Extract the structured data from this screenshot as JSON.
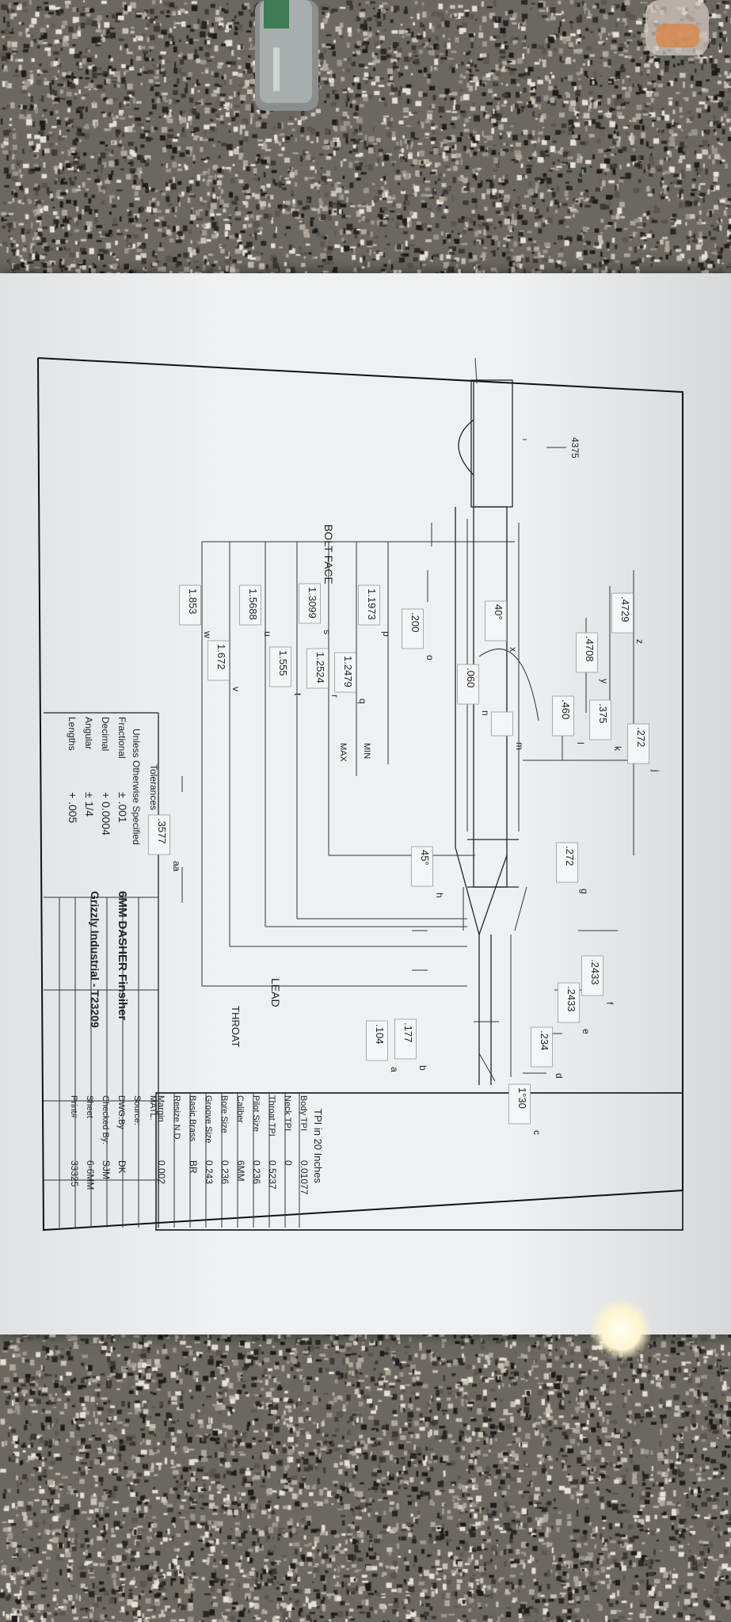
{
  "drawing": {
    "title_block": {
      "title": "6MM DASHER Finsiher",
      "company": "Grizzly Industrial - T23209",
      "fields": [
        {
          "label": "MATL.",
          "value": ""
        },
        {
          "label": "Source:",
          "value": ""
        },
        {
          "label": "DWG.By",
          "value": "DK"
        },
        {
          "label": "Checked By:",
          "value": "SJM"
        },
        {
          "label": "Sheet",
          "value": "6-6MM"
        },
        {
          "label": "Print#",
          "value": "33325"
        }
      ]
    },
    "tolerances": {
      "heading": "Tolerances",
      "subheading": "Unless Otherwise Specified",
      "rows": [
        {
          "label": "Fractional",
          "value": "± .001"
        },
        {
          "label": "Decimal",
          "value": "+ 0.0004"
        },
        {
          "label": "Angular",
          "value": "± 1/4"
        },
        {
          "label": "Lengths",
          "value": "+ .005"
        }
      ]
    },
    "specs": {
      "heading": "TPI in 20 Inches",
      "rows": [
        {
          "label": "Body TPI",
          "value": "0.01077"
        },
        {
          "label": "Neck TPI",
          "value": "0"
        },
        {
          "label": "Throat TPI",
          "value": "0.5237"
        },
        {
          "label": "Pilot Size",
          "value": "0.236"
        },
        {
          "label": "Caliber",
          "value": "6MM"
        },
        {
          "label": "Bore Size",
          "value": "0.236"
        },
        {
          "label": "Groove Size",
          "value": "0.243"
        },
        {
          "label": "Basic Brass",
          "value": "BR"
        },
        {
          "label": "Resize N.D.",
          "value": ""
        },
        {
          "label": "Margin",
          "value": "0.002"
        }
      ]
    },
    "annotations": {
      "bolt_face": "BOLT FACE",
      "lead": "LEAD",
      "throat": "THROAT",
      "side_dim": "4375"
    },
    "dimensions": [
      {
        "letter": "z",
        "value": ".4729"
      },
      {
        "letter": "y",
        "value": ".4708"
      },
      {
        "letter": "x",
        "value": "40°"
      },
      {
        "letter": "n",
        "value": ".060"
      },
      {
        "letter": "k",
        "value": ".375"
      },
      {
        "letter": "l",
        "value": ".460"
      },
      {
        "letter": "m",
        "value": ""
      },
      {
        "letter": "j",
        "value": ".272"
      },
      {
        "letter": "o",
        "value": ".200"
      },
      {
        "letter": "p",
        "value": "1.1973"
      },
      {
        "letter": "q",
        "value": "1.2479"
      },
      {
        "letter": "r",
        "value": "1.2524"
      },
      {
        "letter": "s",
        "value": "1.3099"
      },
      {
        "letter": "t",
        "value": "1.555"
      },
      {
        "letter": "u",
        "value": "1.5688"
      },
      {
        "letter": "v",
        "value": "1.672"
      },
      {
        "letter": "w",
        "value": "1.853"
      },
      {
        "letter": "aa",
        "value": ".3577"
      },
      {
        "letter": "h",
        "value": "45°"
      },
      {
        "letter": "g",
        "value": ".272"
      },
      {
        "letter": "f",
        "value": ".2433"
      },
      {
        "letter": "e",
        "value": ".2433"
      },
      {
        "letter": "d",
        "value": ".234"
      },
      {
        "letter": "c",
        "value": "1°30"
      },
      {
        "letter": "b",
        "value": ".177"
      },
      {
        "letter": "a",
        "value": ".104"
      }
    ],
    "qualifiers": {
      "min": "MIN",
      "max": "MAX"
    }
  },
  "colors": {
    "granite": "#6b6862",
    "paper": "#eef0f2",
    "ink": "#222222"
  }
}
